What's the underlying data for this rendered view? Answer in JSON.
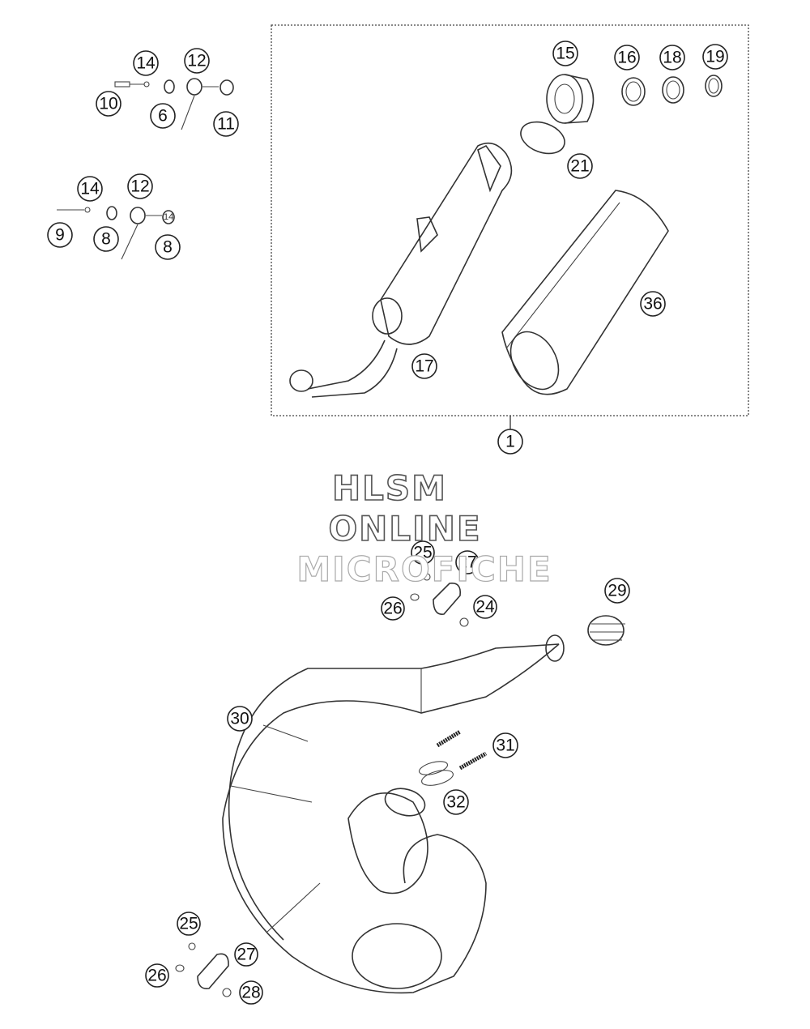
{
  "watermark": {
    "line1": "HLSM",
    "line2": "ONLINE",
    "line3": "MICROFICHE"
  },
  "callouts": {
    "c14a": "14",
    "c12a": "12",
    "c10": "10",
    "c6": "6",
    "c11": "11",
    "c14b": "14",
    "c12b": "12",
    "c9": "9",
    "c8a": "8",
    "c8b": "8",
    "c15": "15",
    "c16": "16",
    "c18": "18",
    "c19": "19",
    "c21": "21",
    "c36": "36",
    "c17": "17",
    "c1": "1",
    "c25a": "25",
    "c27a": "27",
    "c26a": "26",
    "c24": "24",
    "c29": "29",
    "c30": "30",
    "c31": "31",
    "c32": "32",
    "c25b": "25",
    "c27b": "27",
    "c26b": "26",
    "c28": "28"
  },
  "small_labels": {
    "mark14": "14"
  }
}
